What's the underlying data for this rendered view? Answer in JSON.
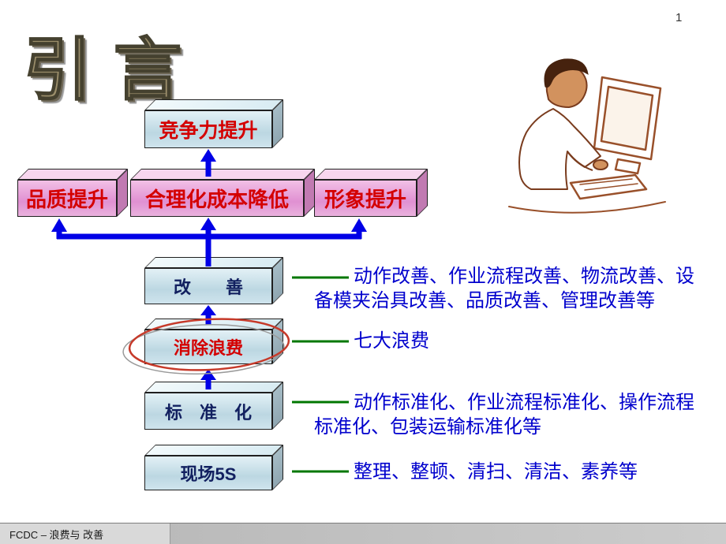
{
  "page": {
    "number": "1",
    "title": "引言",
    "footer": "FCDC – 浪费与 改善"
  },
  "colors": {
    "arrow_blue": "#0000e6",
    "annotation_blue": "#0000cd",
    "green_line": "#007700",
    "red_label": "#d40000",
    "navy_label": "#122060",
    "box_cyan": "#bcd7e2",
    "box_pink": "#e090d2",
    "highlight_ellipse_red": "#c63a2a"
  },
  "diagram": {
    "top_box": {
      "label": "竞争力提升"
    },
    "benefit_boxes": [
      {
        "label": "品质提升"
      },
      {
        "label": "合理化成本降低"
      },
      {
        "label": "形象提升"
      }
    ],
    "stack_boxes": [
      {
        "label": "改　　善",
        "annotation": "动作改善、作业流程改善、物流改善、设\n备模夹治具改善、品质改善、管理改善等"
      },
      {
        "label": "消除浪费",
        "annotation": "七大浪费"
      },
      {
        "label": "标　准　化",
        "annotation": "动作标准化、作业流程标准化、操作流程\n标准化、包装运输标准化等"
      },
      {
        "label": "现场5S",
        "annotation": "整理、整顿、清扫、清洁、素养等"
      }
    ]
  }
}
